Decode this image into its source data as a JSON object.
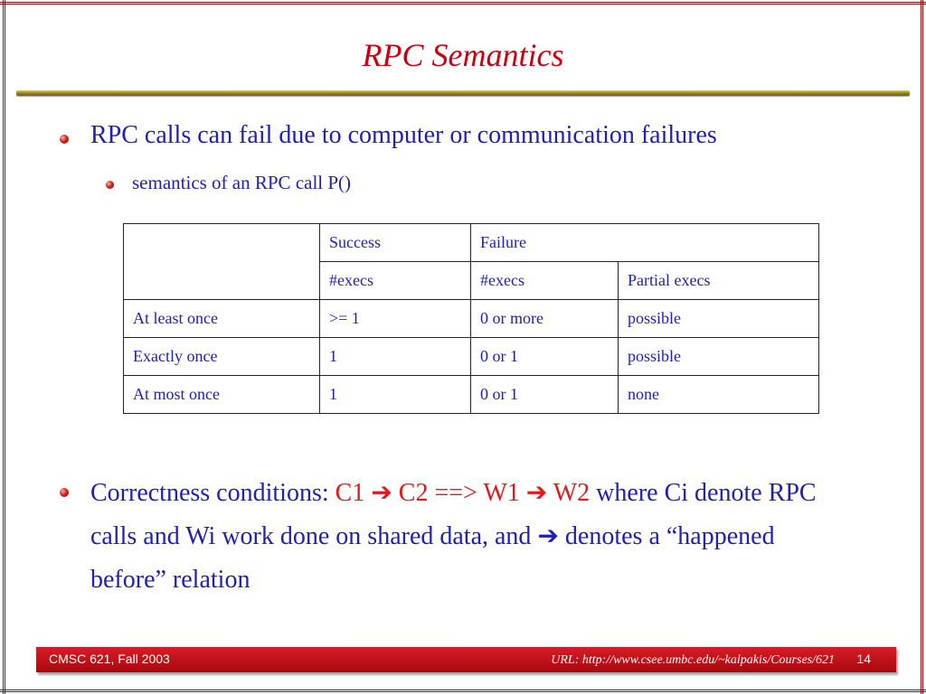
{
  "slide": {
    "title": "RPC Semantics",
    "bullet1": "RPC calls can fail due to computer or communication failures",
    "bullet2": "semantics of an RPC call P()",
    "table": {
      "header1": [
        "",
        "Success",
        "Failure",
        ""
      ],
      "header2": [
        "",
        "#execs",
        "#execs",
        "Partial execs"
      ],
      "rows": [
        [
          "At least once",
          ">= 1",
          "0 or more",
          "possible"
        ],
        [
          "Exactly once",
          "1",
          "0 or 1",
          "possible"
        ],
        [
          "At most once",
          "1",
          "0 or 1",
          "none"
        ]
      ]
    },
    "bullet3": {
      "prefix": "Correctness conditions: ",
      "c1": "C1",
      "arrow": "➔",
      "c2_w1": "C2 ==> W1",
      "w2": "W2",
      "rest1": " where Ci denote RPC calls and Wi work done on shared data,  and ",
      "rest2": " denotes a “happened before” relation"
    }
  },
  "footer": {
    "course": "CMSC 621, Fall 2003",
    "url": "URL: http://www.csee.umbc.edu/~kalpakis/Courses/621",
    "page": "14"
  },
  "colors": {
    "title": "#cc0011",
    "body_text": "#1f1fb3",
    "highlight": "#e01a1a",
    "footer_bar": "#c0121a",
    "rule": "#9a8b22"
  }
}
